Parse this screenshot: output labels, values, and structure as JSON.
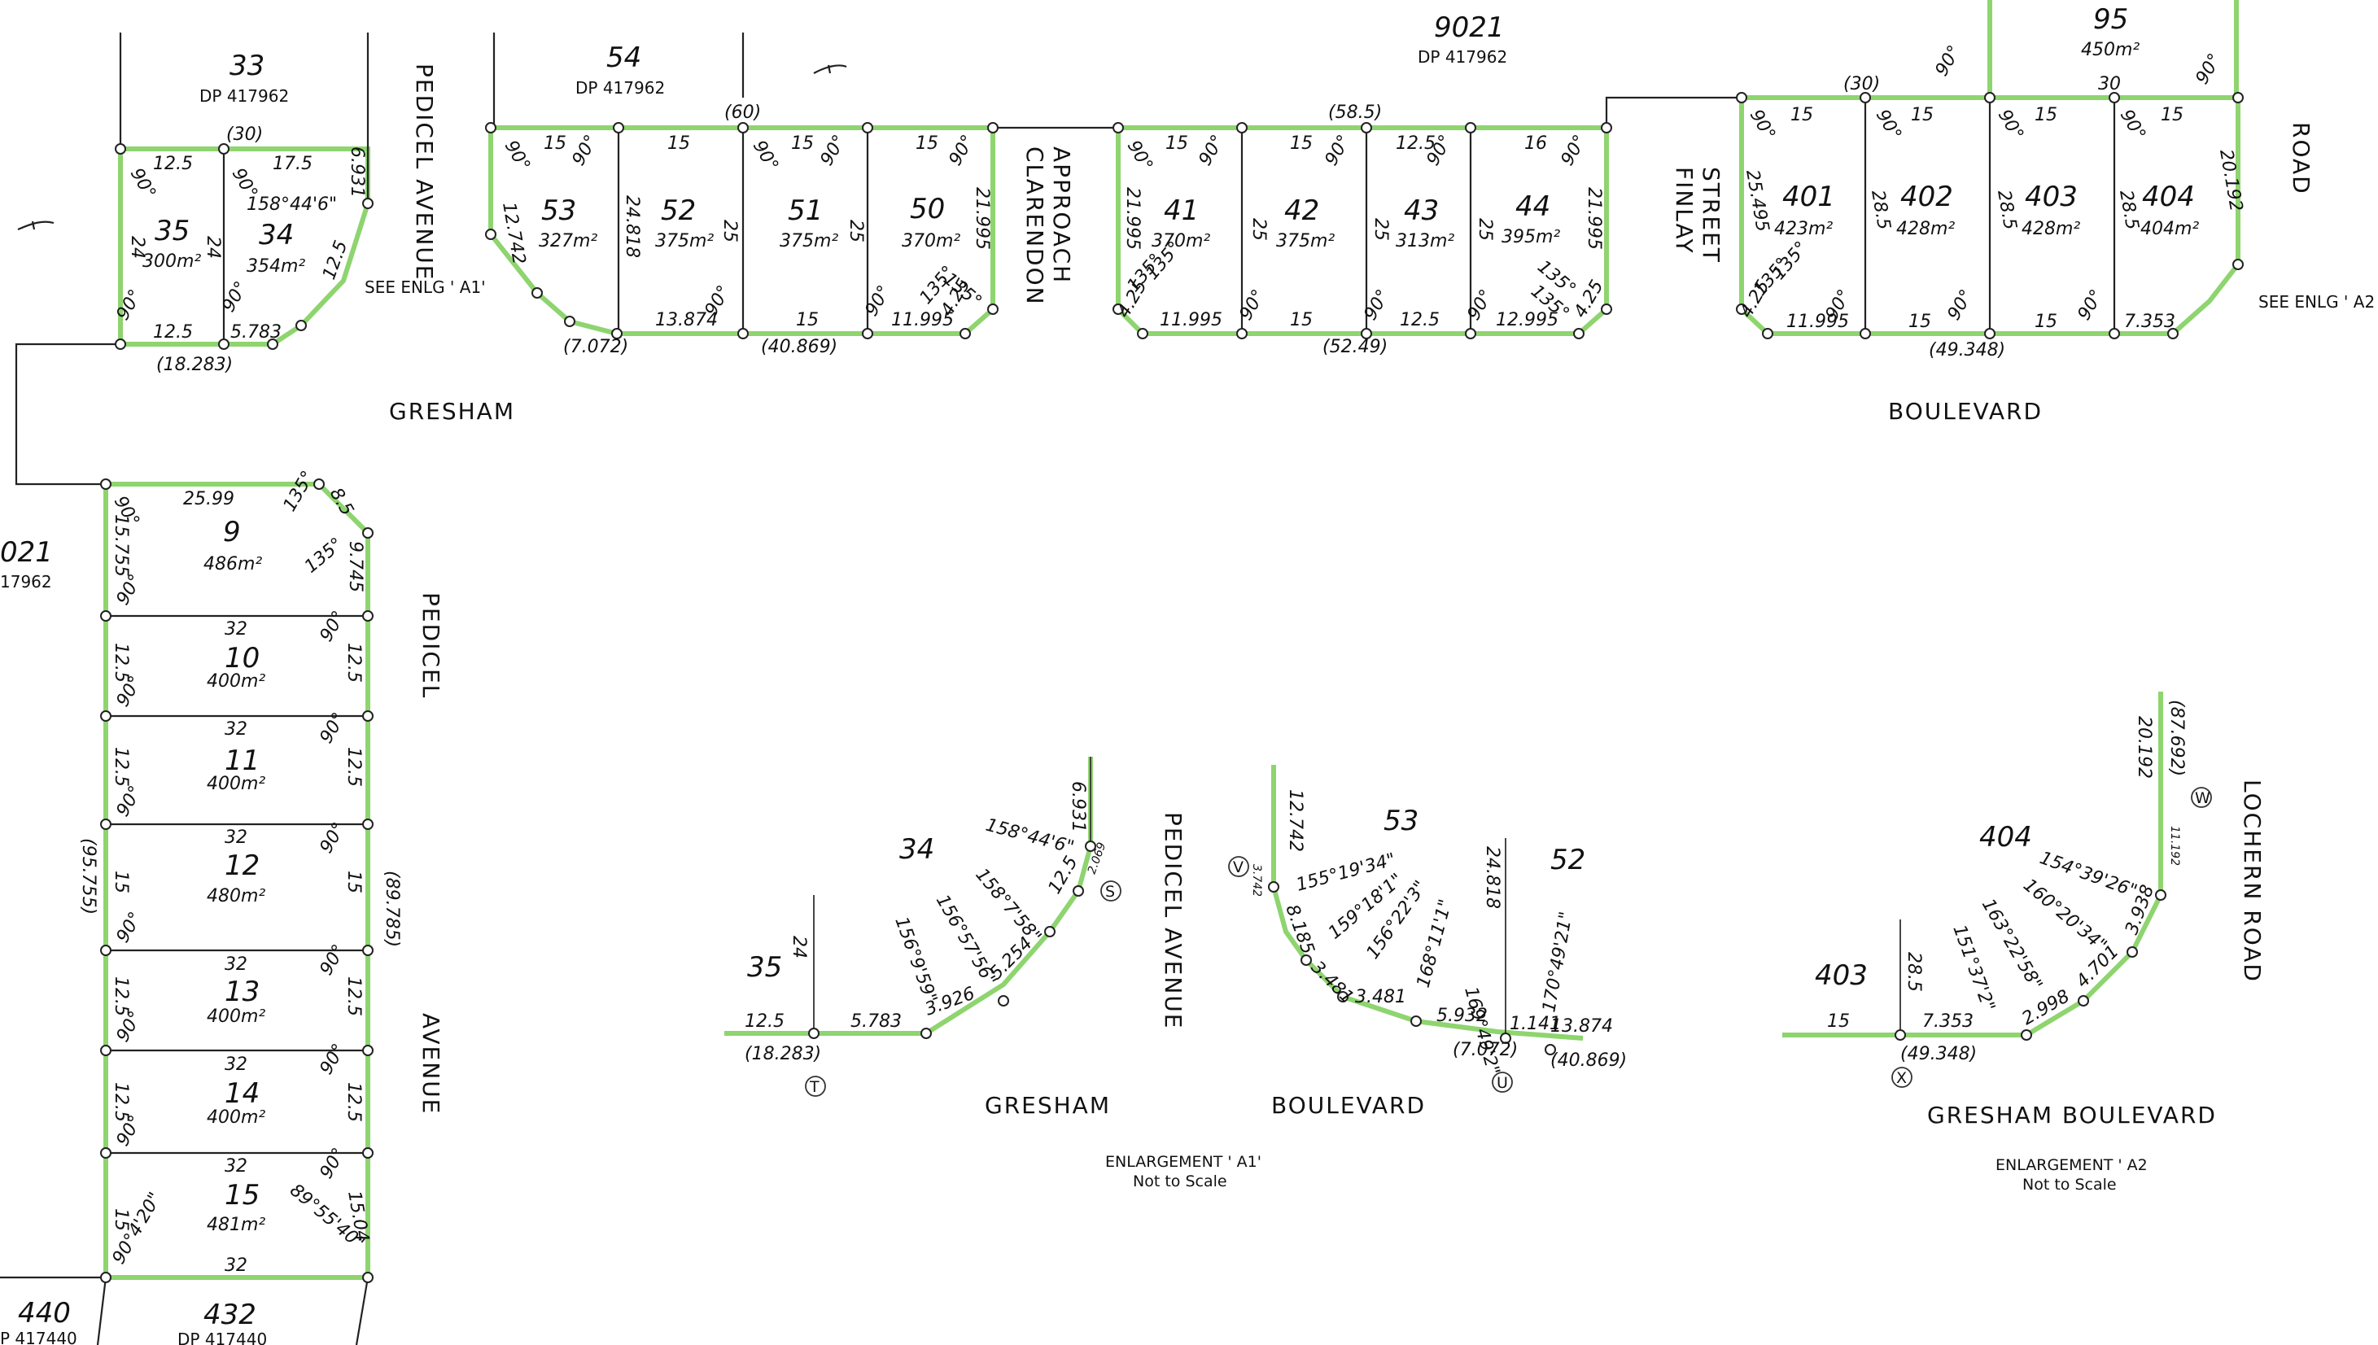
{
  "streets": {
    "pedicel_avenue_top": "PEDICEL AVENUE",
    "clarendon": "CLARENDON",
    "approach": "APPROACH",
    "finlay": "FINLAY",
    "street": "STREET",
    "road": "ROAD",
    "gresham_top": "GRESHAM",
    "boulevard_top": "BOULEVARD",
    "pedicel_left": "PEDICEL",
    "avenue_left": "AVENUE",
    "pedicel_avenue_a1": "PEDICEL  AVENUE",
    "gresham_a1": "GRESHAM",
    "boulevard_a1": "BOULEVARD",
    "locherne_road_a2": "LOCHERN  ROAD",
    "gresham_boulevard_a2": "GRESHAM  BOULEVARD"
  },
  "references": {
    "lot33": "33",
    "lot33_dp": "DP 417962",
    "lot54": "54",
    "lot54_dp": "DP 417962",
    "lot9021": "9021",
    "lot9021_dp": "DP 417962",
    "lot95": "95",
    "lot95_area": "450m²",
    "lot021_left": "021",
    "lot021_dp": "17962",
    "lot440": "440",
    "lot440_dp": "P 417440",
    "lot432": "432",
    "lot432_dp": "DP 417440",
    "see_a1": "SEE ENLG ' A1'",
    "see_a2": "SEE ENLG ' A2"
  },
  "lots": [
    {
      "id": "l35",
      "number": "35",
      "area": "300m²"
    },
    {
      "id": "l34",
      "number": "34",
      "area": "354m²"
    },
    {
      "id": "l53",
      "number": "53",
      "area": "327m²"
    },
    {
      "id": "l52",
      "number": "52",
      "area": "375m²"
    },
    {
      "id": "l51",
      "number": "51",
      "area": "375m²"
    },
    {
      "id": "l50",
      "number": "50",
      "area": "370m²"
    },
    {
      "id": "l41",
      "number": "41",
      "area": "370m²"
    },
    {
      "id": "l42",
      "number": "42",
      "area": "375m²"
    },
    {
      "id": "l43",
      "number": "43",
      "area": "313m²"
    },
    {
      "id": "l44",
      "number": "44",
      "area": "395m²"
    },
    {
      "id": "l401",
      "number": "401",
      "area": "423m²"
    },
    {
      "id": "l402",
      "number": "402",
      "area": "428m²"
    },
    {
      "id": "l403",
      "number": "403",
      "area": "428m²"
    },
    {
      "id": "l404",
      "number": "404",
      "area": "404m²"
    },
    {
      "id": "l9",
      "number": "9",
      "area": "486m²"
    },
    {
      "id": "l10",
      "number": "10",
      "area": "400m²"
    },
    {
      "id": "l11",
      "number": "11",
      "area": "400m²"
    },
    {
      "id": "l12",
      "number": "12",
      "area": "480m²"
    },
    {
      "id": "l13",
      "number": "13",
      "area": "400m²"
    },
    {
      "id": "l14",
      "number": "14",
      "area": "400m²"
    },
    {
      "id": "l15",
      "number": "15",
      "area": "481m²"
    }
  ],
  "dims": [
    "12.5",
    "17.5",
    "(30)",
    "6.931",
    "12.5",
    "24",
    "24",
    "158°44'6\"",
    "12.5",
    "5.783",
    "(18.283)",
    "15",
    "15",
    "15",
    "15",
    "15",
    "(60)",
    "12.742",
    "24.818",
    "25",
    "25",
    "21.995",
    "13.874",
    "15",
    "11.995",
    "(7.072)",
    "(40.869)",
    "4.25",
    "15",
    "15",
    "12.5",
    "16",
    "(58.5)",
    "21.995",
    "25",
    "25",
    "25",
    "21.995",
    "11.995",
    "15",
    "12.5",
    "12.995",
    "(52.49)",
    "4.25",
    "4.25",
    "15",
    "15",
    "15",
    "15",
    "(30)",
    "30",
    "25.495",
    "28.5",
    "28.5",
    "28.5",
    "20.192",
    "11.995",
    "15",
    "15",
    "7.353",
    "(49.348)",
    "4.25",
    "25.99",
    "8.5",
    "15.755",
    "9.745",
    "32",
    "12.5",
    "12.5",
    "32",
    "12.5",
    "12.5",
    "32",
    "15",
    "15",
    "(95.755)",
    "(89.785)",
    "32",
    "12.5",
    "12.5",
    "32",
    "12.5",
    "12.5",
    "32",
    "15",
    "15.04",
    "32"
  ],
  "angles": [
    "90°",
    "135°",
    "89°55'40\"",
    "90°4'20\""
  ],
  "enlargement_a1": {
    "title": "ENLARGEMENT ' A1'",
    "scale": "Not to  Scale",
    "lot34": "34",
    "lot35": "35",
    "lot53": "53",
    "lot52": "52",
    "d_24": "24",
    "d_125": "12.5",
    "d_18283": "(18.283)",
    "d_5783": "5.783",
    "d_3926": "3.926",
    "d_5254": "5.254",
    "d_125b": "12.5",
    "d_6931": "6.931",
    "d_2069": "2.069",
    "a_156": "156°9'59\"",
    "a_157": "156°57'56\"",
    "a_158": "158°7'58\"",
    "a_15844": "158°44'6\"",
    "d_12742": "12.742",
    "d_3742": "3.742",
    "d_8185": "8.185",
    "d_3481a": "3.481",
    "d_3481b": "3.481",
    "d_5932": "5.932",
    "d_1141": "1.141",
    "d_13874": "13.874",
    "d_7072": "(7.072)",
    "d_40869": "(40.869)",
    "d_24818": "24.818",
    "a_155": "155°19'34\"",
    "a_159": "159°18'1\"",
    "a_156b": "156°22'3\"",
    "a_168": "168°11'1\"",
    "a_169": "169°49'2\"",
    "a_170": "170°49'21\"",
    "mark_s": "S",
    "mark_t": "T",
    "mark_u": "U",
    "mark_v": "V"
  },
  "enlargement_a2": {
    "title": "ENLARGEMENT ' A2",
    "scale": "Not to  Scale",
    "lot404": "404",
    "lot403": "403",
    "d_15": "15",
    "d_7353": "7.353",
    "d_49348": "(49.348)",
    "d_285": "28.5",
    "d_2998": "2.998",
    "d_4701": "4.701",
    "d_3938": "3.938",
    "d_20192": "20.192",
    "d_87692": "(87.692)",
    "d_11192": "11.192",
    "a_151": "151°37'2\"",
    "a_163": "163°22'58\"",
    "a_160": "160°20'34\"",
    "a_154": "154°39'26\"",
    "mark_w": "W",
    "mark_x": "X"
  }
}
